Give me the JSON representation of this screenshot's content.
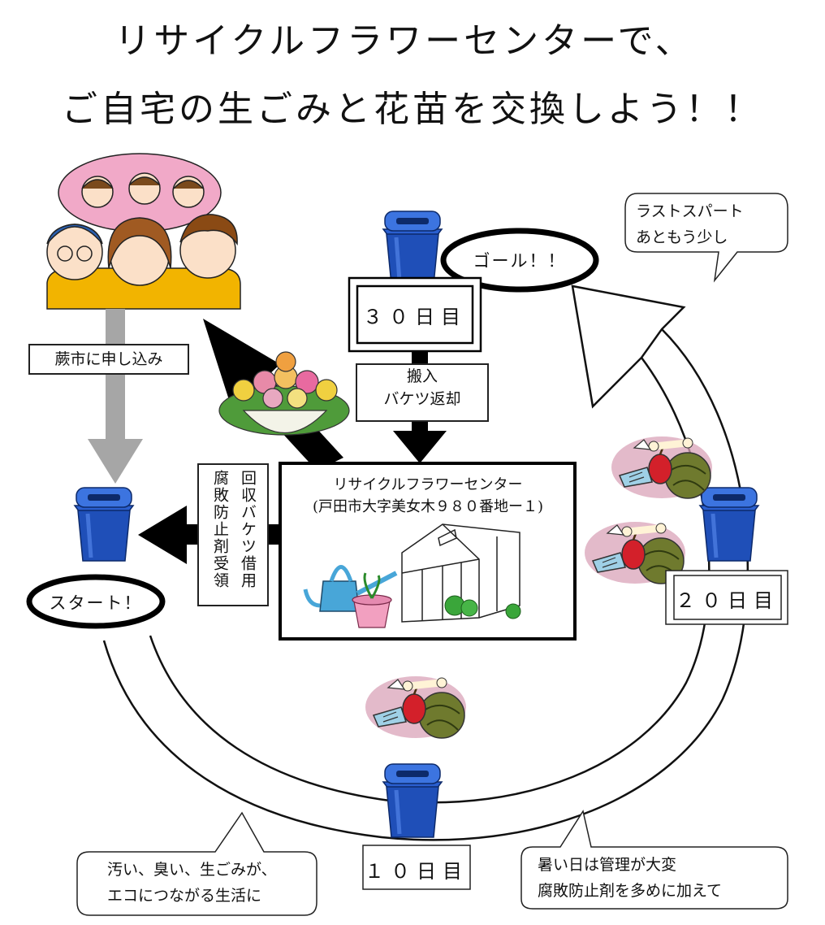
{
  "title": {
    "line1": "リサイクルフラワーセンターで、",
    "line2": "ご自宅の生ごみと花苗を交換しよう！！"
  },
  "steps": {
    "apply": "蕨市に申し込み",
    "lend_line1": "回収バケツ借用",
    "lend_line2": "腐敗防止剤受領",
    "deliver_line1": "搬入",
    "deliver_line2": "バケツ返却"
  },
  "center": {
    "name": "リサイクルフラワーセンター",
    "address": "(戸田市大字美女木９８０番地ー１)"
  },
  "days": {
    "day10": "１０日目",
    "day20": "２０日目",
    "day30": "３０日目"
  },
  "ovals": {
    "start": "スタート！",
    "goal": "ゴール！！"
  },
  "bubbles": {
    "bottom_left_line1": "汚い、臭い、生ごみが、",
    "bottom_left_line2": "エコにつながる生活に",
    "bottom_right_line1": "暑い日は管理が大変",
    "bottom_right_line2": "腐敗防止剤を多めに加えて",
    "top_right_line1": "ラストスパート",
    "top_right_line2": "あともう少し"
  },
  "colors": {
    "bucket_blue": "#1f4fb8",
    "arrow_black": "#000000",
    "arrow_gray": "#a6a6a6",
    "family_bg_pink": "#f1a9c8",
    "family_bg_yellow": "#f2b400"
  }
}
